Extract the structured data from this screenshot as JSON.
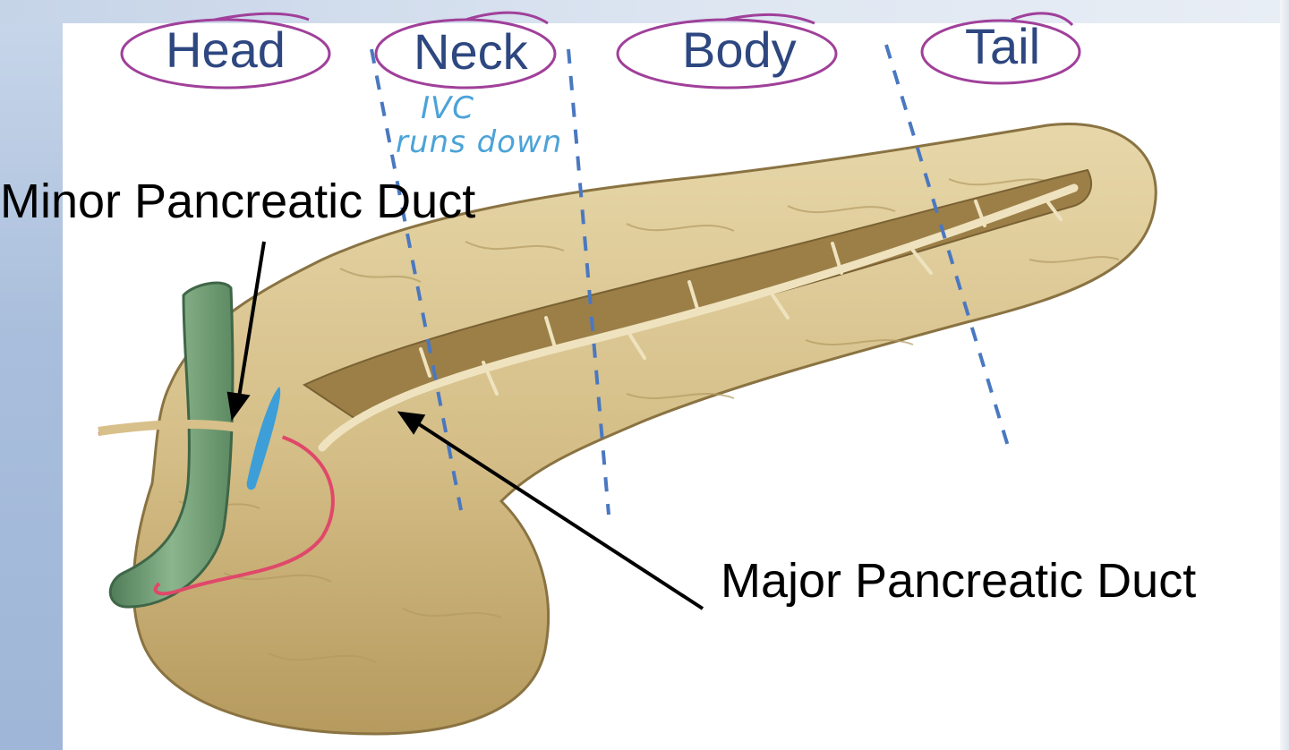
{
  "regions": [
    {
      "id": "head",
      "label": "Head"
    },
    {
      "id": "neck",
      "label": "Neck"
    },
    {
      "id": "body",
      "label": "Body"
    },
    {
      "id": "tail",
      "label": "Tail"
    }
  ],
  "annotations": {
    "ivc_line1": "IVC",
    "ivc_line2": "runs down"
  },
  "callouts": {
    "minor_duct": "Minor Pancreatic Duct",
    "major_duct": "Major Pancreatic Duct"
  },
  "colors": {
    "region_text": "#2e4780",
    "ink_circle": "#a0409a",
    "divider": "#4a78c0",
    "pancreas": "#d9c594",
    "duct_outline": "#e0486a",
    "duodenum_green": "#6f9e73",
    "ivc_blue": "#3d9ed8"
  }
}
